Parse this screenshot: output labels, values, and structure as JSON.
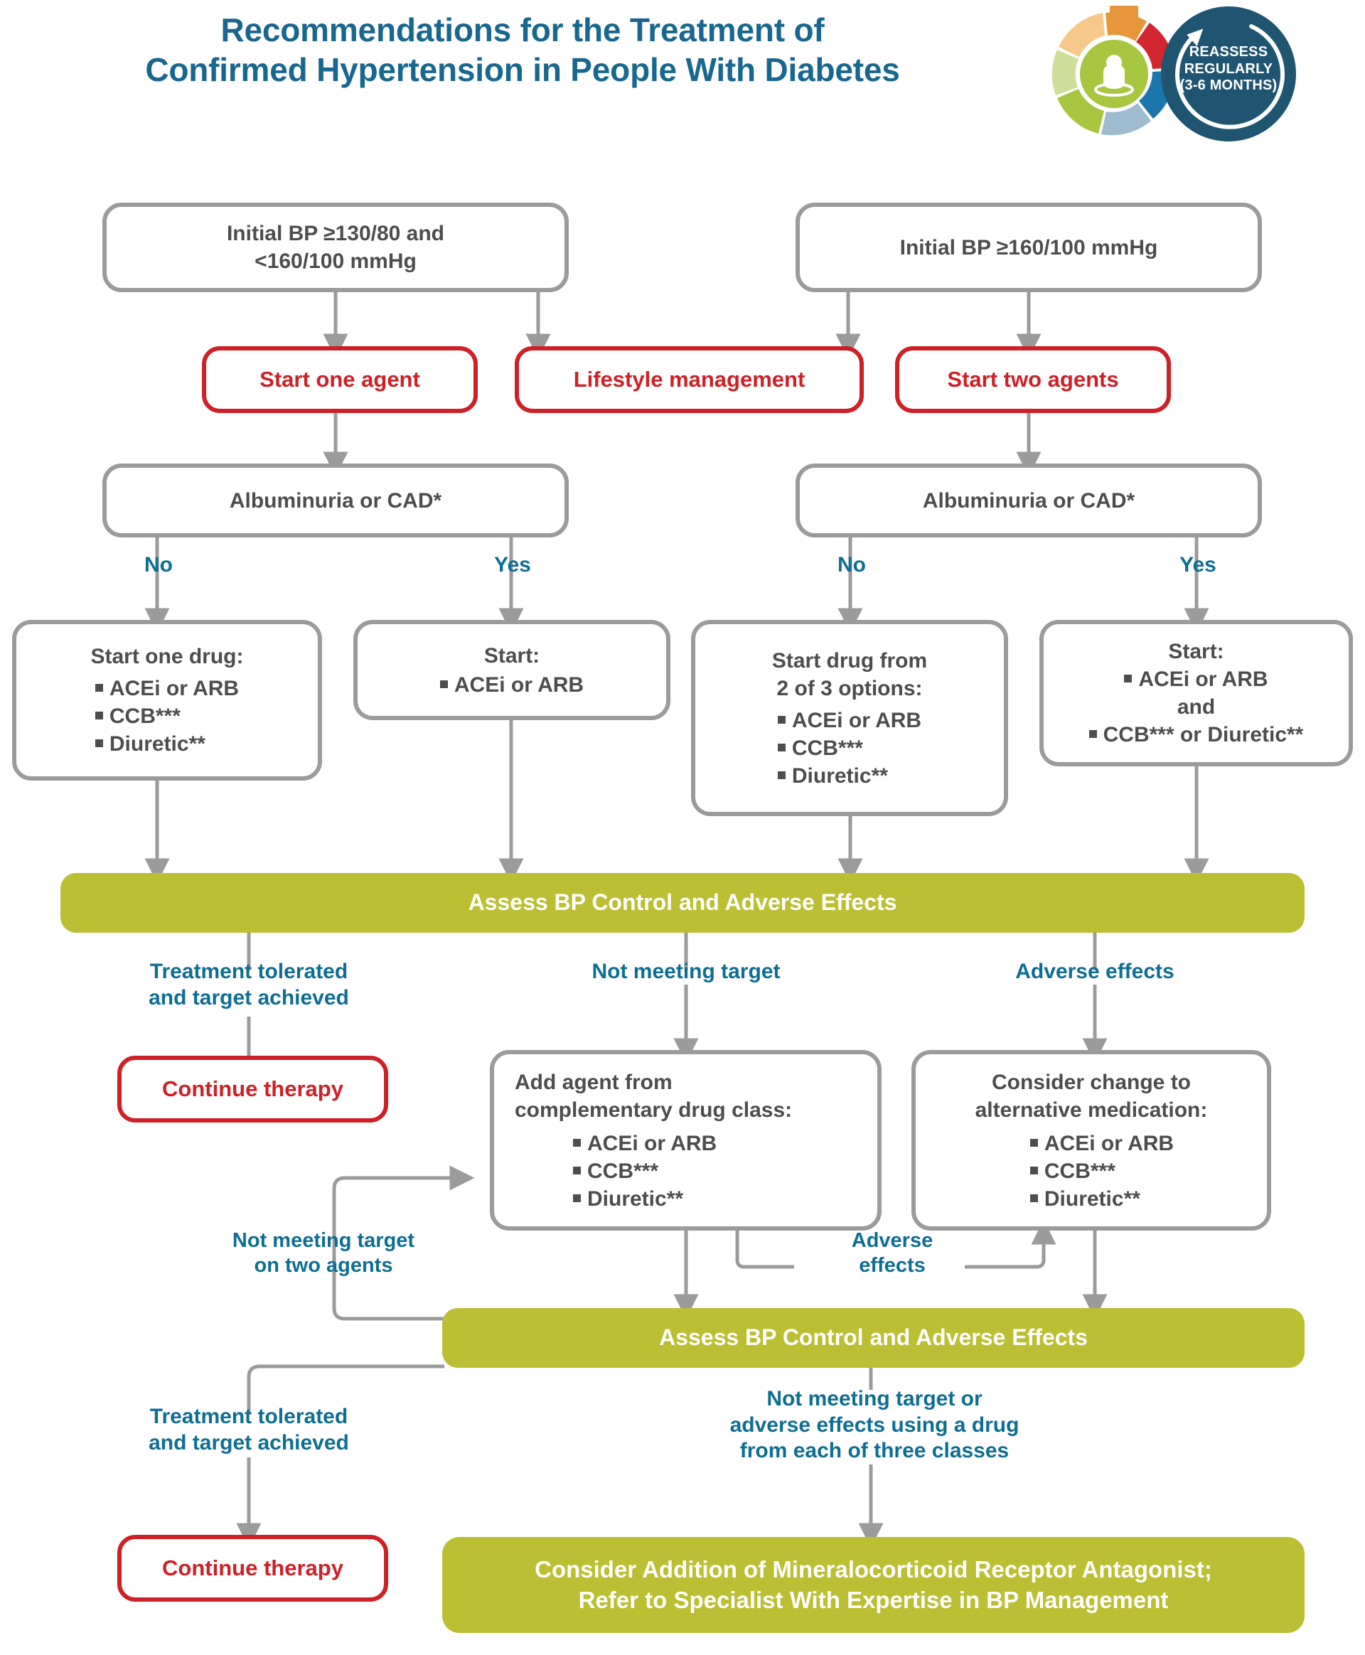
{
  "title": {
    "line1": "Recommendations for the Treatment of",
    "line2": "Confirmed Hypertension in People With Diabetes",
    "color": "#19678F"
  },
  "badge": {
    "line1": "REASSESS",
    "line2": "REGULARLY",
    "line3": "(3-6 MONTHS)",
    "icon": "reassess-cycle-icon",
    "circle_color": "#1F5571",
    "arrow_icon": "curved-up-arrow-icon"
  },
  "colors": {
    "olive": "#BCBE33",
    "red": "#CE2027",
    "teal": "#0E6E92",
    "grey_stroke": "#999999",
    "grey_text": "#4D4D4D"
  },
  "nodes": {
    "initial_bp_low": {
      "line1": "Initial BP ≥130/80 and",
      "line2": "<160/100 mmHg"
    },
    "initial_bp_high": {
      "line1": "Initial BP ≥160/100 mmHg"
    },
    "start_one_agent": {
      "label": "Start one agent"
    },
    "lifestyle_management": {
      "label": "Lifestyle management"
    },
    "start_two_agents": {
      "label": "Start two agents"
    },
    "albuminuria_left": {
      "label": "Albuminuria or CAD*"
    },
    "albuminuria_right": {
      "label": "Albuminuria or CAD*"
    },
    "start_one_drug": {
      "heading": "Start one drug:",
      "items": [
        "ACEi or ARB",
        "CCB***",
        "Diuretic**"
      ]
    },
    "start_acei_arb": {
      "heading": "Start:",
      "items": [
        "ACEi or ARB"
      ]
    },
    "start_two_of_three": {
      "heading_line1": "Start drug from",
      "heading_line2": "2 of 3 options:",
      "items": [
        "ACEi or ARB",
        "CCB***",
        "Diuretic**"
      ]
    },
    "start_combo": {
      "heading": "Start:",
      "item1": "ACEi or ARB",
      "conjunction": "and",
      "item2": "CCB*** or Diuretic**"
    },
    "assess_1": {
      "label": "Assess BP Control and Adverse Effects"
    },
    "assess_2": {
      "label": "Assess BP Control and Adverse Effects"
    },
    "continue_therapy_1": {
      "label": "Continue therapy"
    },
    "continue_therapy_2": {
      "label": "Continue therapy"
    },
    "add_agent": {
      "heading_line1": "Add agent from",
      "heading_line2": "complementary drug class:",
      "items": [
        "ACEi or ARB",
        "CCB***",
        "Diuretic**"
      ]
    },
    "consider_change": {
      "heading_line1": "Consider change to",
      "heading_line2": "alternative medication:",
      "items": [
        "ACEi or ARB",
        "CCB***",
        "Diuretic**"
      ]
    },
    "mineralocorticoid": {
      "line1": "Consider Addition of Mineralocorticoid Receptor Antagonist;",
      "line2": "Refer to Specialist With Expertise in BP Management"
    }
  },
  "edge_labels": {
    "no_left": "No",
    "yes_left": "Yes",
    "no_right": "No",
    "yes_right": "Yes",
    "tolerated_1": "Treatment tolerated\nand target achieved",
    "not_meeting_target": "Not meeting target",
    "adverse_effects_1": "Adverse effects",
    "not_meeting_two_agents": "Not meeting target\non two agents",
    "adverse_effects_2": "Adverse\neffects",
    "tolerated_2": "Treatment tolerated\nand target achieved",
    "not_meeting_three_classes": "Not meeting target or\nadverse effects using a drug\nfrom each of three classes"
  }
}
